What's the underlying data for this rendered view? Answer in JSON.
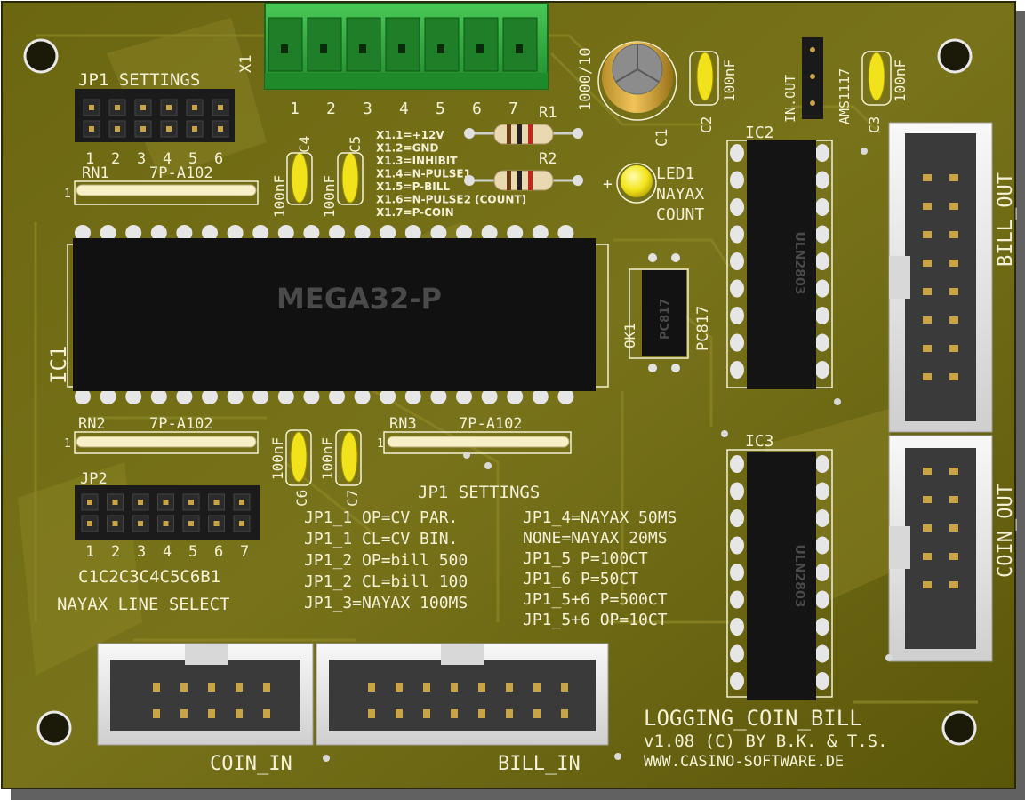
{
  "board": {
    "title": "LOGGING_COIN_BILL",
    "version": "v1.08 (C) BY B.K. & T.S.",
    "website": "WWW.CASINO-SOFTWARE.DE"
  },
  "terminal": {
    "ref": "X1",
    "pins": [
      "1",
      "2",
      "3",
      "4",
      "5",
      "6",
      "7"
    ],
    "legend": [
      "X1.1=+12V",
      "X1.2=GND",
      "X1.3=INHIBIT",
      "X1.4=N-PULSE1",
      "X1.5=P-BILL",
      "X1.6=N-PULSE2 (COUNT)",
      "X1.7=P-COIN"
    ]
  },
  "components": {
    "ic1_ref": "IC1",
    "ic1_label": "MEGA32-P",
    "ic2_ref": "IC2",
    "ic2_label": "ULN2803",
    "ic3_ref": "IC3",
    "ic3_label": "ULN2803",
    "ok_ref": "OK1",
    "ok_label": "PC817",
    "ok_side_label": "PC817",
    "c1_ref": "C1",
    "c1_value": "1000/10",
    "c2_ref": "C2",
    "c2_value": "100nF",
    "c3_ref": "C3",
    "c3_value": "100nF",
    "c4_ref": "C4",
    "c4_value": "100nF",
    "c5_ref": "C5",
    "c5_value": "100nF",
    "c6_ref": "C6",
    "c6_value": "100nF",
    "c7_ref": "C7",
    "c7_value": "100nF",
    "r1_ref": "R1",
    "r2_ref": "R2",
    "led_ref": "LED1",
    "led_line2": "NAYAX",
    "led_line3": "COUNT",
    "led_plus": "+",
    "reg_label": "AMS1117",
    "reg_pins": "IN.OUT",
    "rn1_ref": "RN1",
    "rn1_value": "7P-A102",
    "rn2_ref": "RN2",
    "rn2_value": "7P-A102",
    "rn3_ref": "RN3",
    "rn3_value": "7P-A102",
    "rn_pin1": "1"
  },
  "jp1": {
    "title": "JP1 SETTINGS",
    "pins": [
      "1",
      "2",
      "3",
      "4",
      "5",
      "6"
    ]
  },
  "jp2": {
    "ref": "JP2",
    "pins": [
      "1",
      "2",
      "3",
      "4",
      "5",
      "6",
      "7"
    ],
    "lines": "C1C2C3C4C5C6B1",
    "caption": "NAYAX LINE SELECT"
  },
  "settings": {
    "title": "JP1 SETTINGS",
    "left": [
      "JP1_1 OP=CV PAR.",
      "JP1_1 CL=CV BIN.",
      "JP1_2 OP=bill 500",
      "JP1_2 CL=bill 100",
      "JP1_3=NAYAX 100MS"
    ],
    "right": [
      "JP1_4=NAYAX 50MS",
      "NONE=NAYAX 20MS",
      "JP1_5 P=100CT",
      "JP1_6 P=50CT",
      "JP1_5+6 P=500CT",
      "JP1_5+6 OP=10CT"
    ]
  },
  "connectors": {
    "coin_in": "COIN_IN",
    "bill_in": "BILL_IN",
    "bill_out": "BILL_OUT",
    "coin_out": "COIN_OUT"
  },
  "colors": {
    "pcb": "#6f6a12",
    "pcb_dark": "#3f3c08",
    "silkscreen": "#f4f1d6",
    "terminal_green": "#2fae3a",
    "cap_yellow": "#f2e21b",
    "chip_black": "#111111",
    "connector_white": "#ececec"
  }
}
